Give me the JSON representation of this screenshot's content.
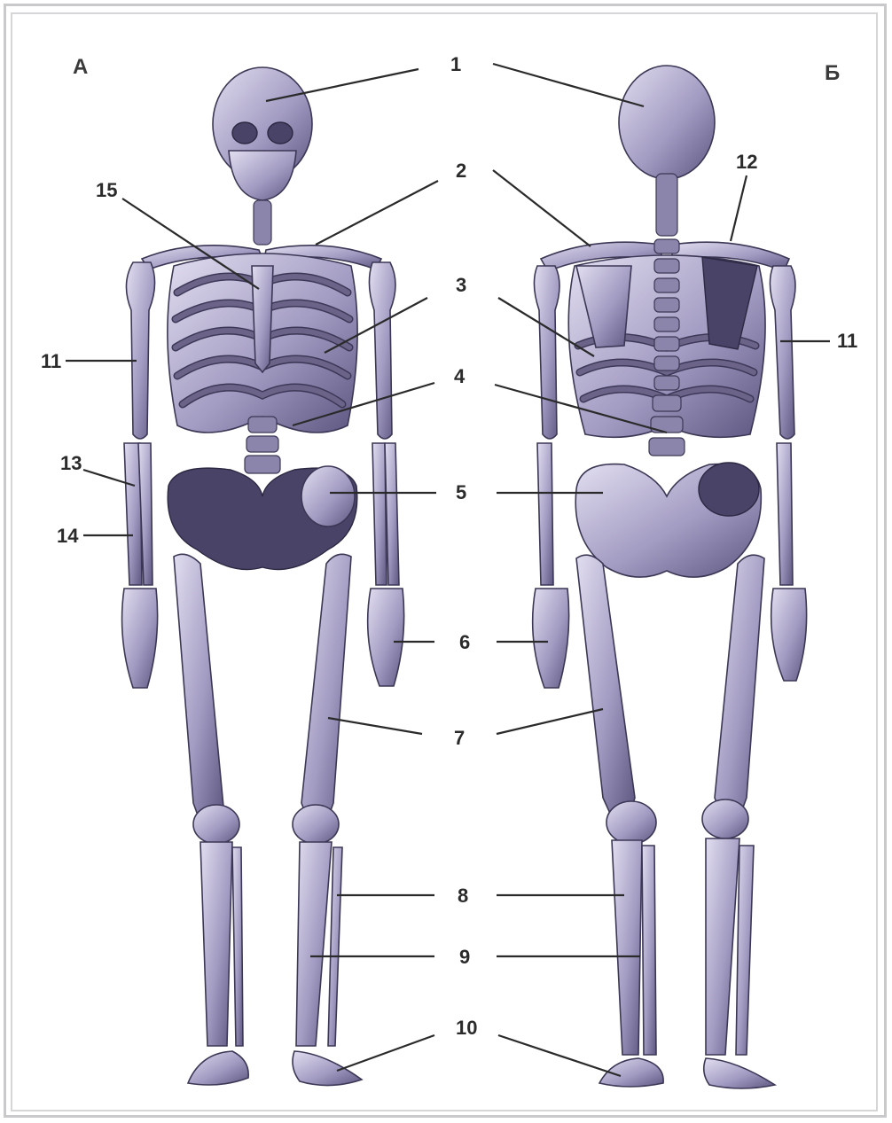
{
  "views": {
    "front": "А",
    "back": "Б"
  },
  "labels": {
    "n1": "1",
    "n2": "2",
    "n3": "3",
    "n4": "4",
    "n5": "5",
    "n6": "6",
    "n7": "7",
    "n8": "8",
    "n9": "9",
    "n10": "10",
    "n11": "11",
    "n12": "12",
    "n13": "13",
    "n14": "14",
    "n15": "15"
  },
  "colors": {
    "bone_light": "#d9d5ea",
    "bone_mid": "#9d96bd",
    "bone_dark": "#4a4368",
    "frame": "#c9c9cc"
  }
}
